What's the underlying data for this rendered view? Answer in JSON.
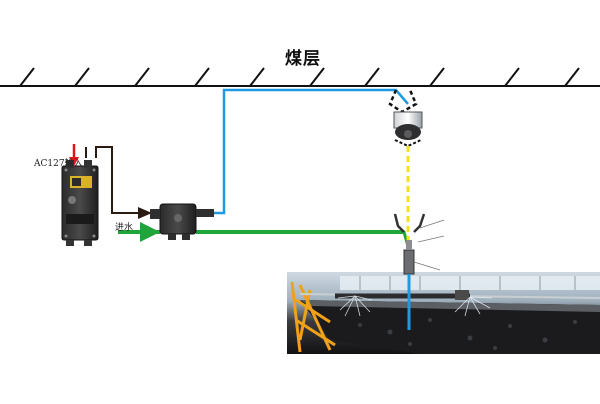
{
  "labels": {
    "coal_seam": "煤层",
    "ac_input": "AC127输入",
    "water_in": "进水"
  },
  "colors": {
    "signal_line": "#1e9be0",
    "water_line": "#1fa53a",
    "power_line": "#2a1a12",
    "sensor_beam": "#f2e21a",
    "input_arrow": "#e0161a",
    "spray": "#1e9be0"
  },
  "icons": {
    "power_box": "explosion-proof-power-box-icon",
    "junction_box": "junction-box-icon",
    "sensor": "dome-sensor-icon",
    "nozzle": "spray-nozzle-icon"
  }
}
